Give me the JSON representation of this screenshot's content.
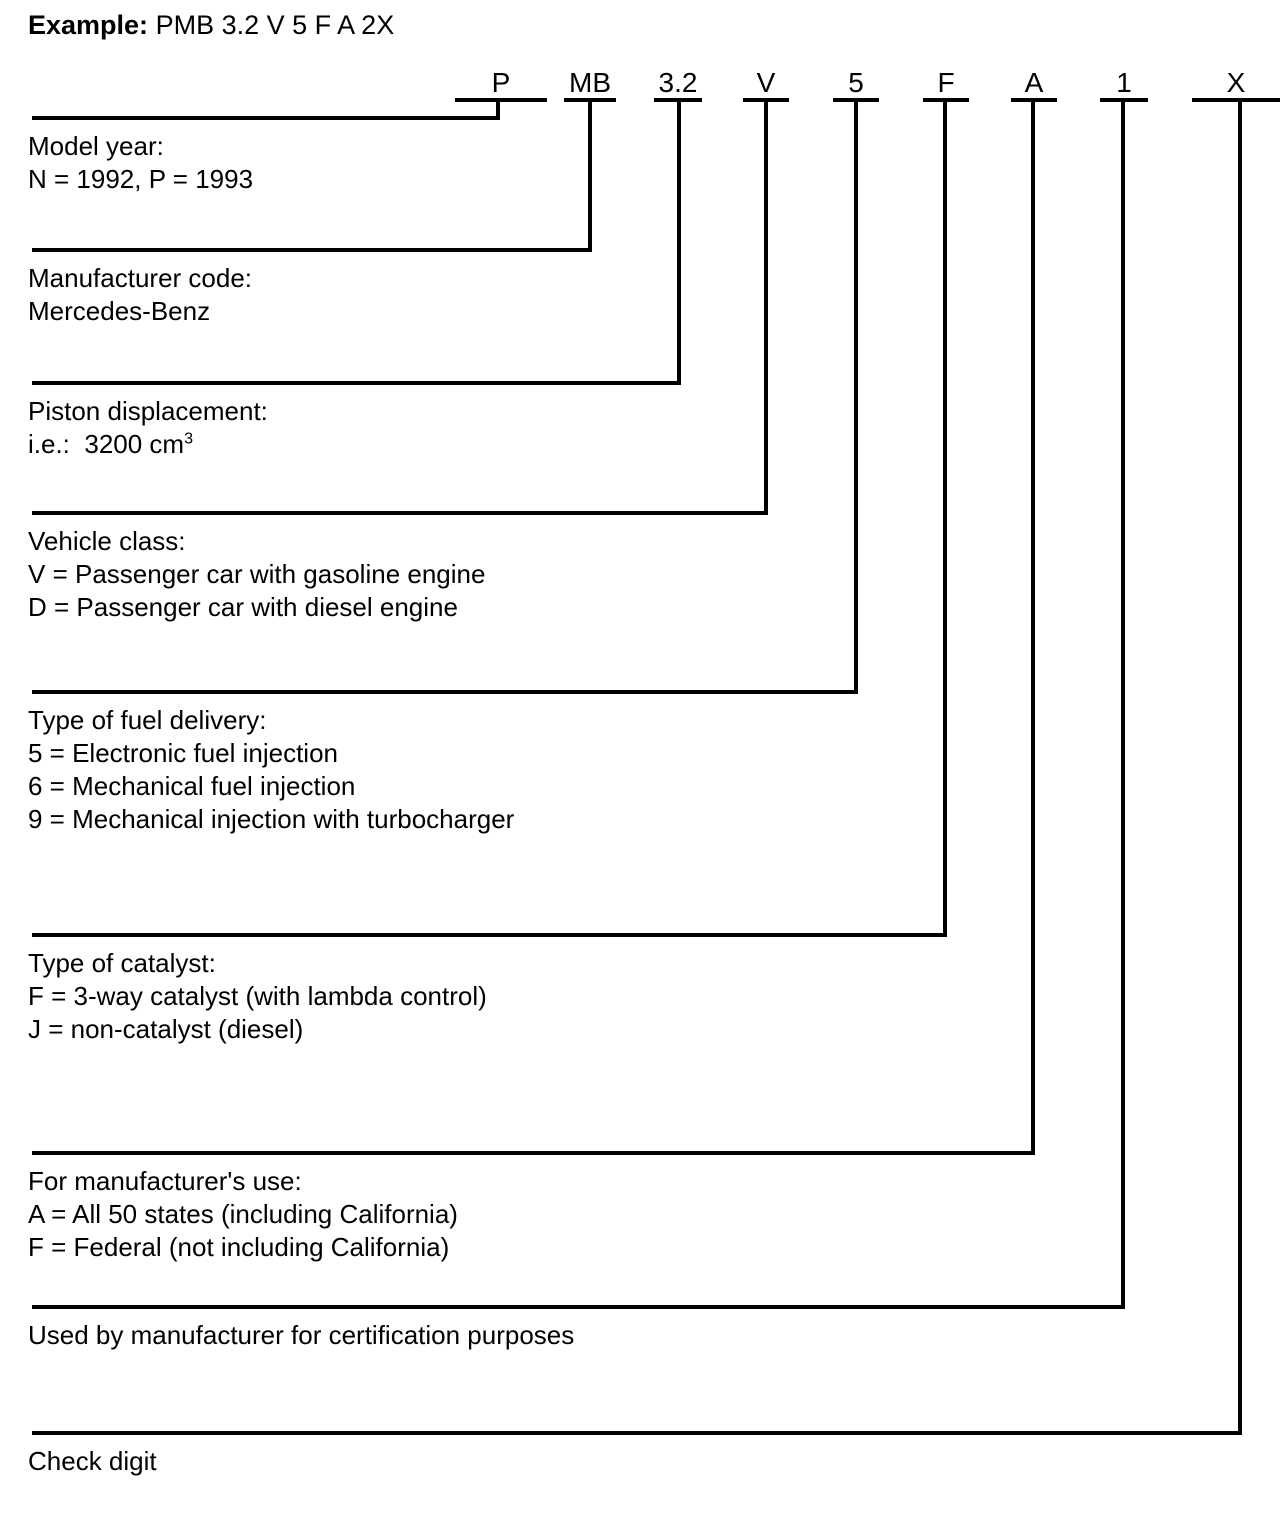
{
  "example": {
    "label": "Example:",
    "value": "PMB 3.2 V 5 F A 2X"
  },
  "code_positions": [
    {
      "char": "P",
      "name": "code-cell-model-year"
    },
    {
      "char": "MB",
      "name": "code-cell-manufacturer"
    },
    {
      "char": "3.2",
      "name": "code-cell-displacement"
    },
    {
      "char": "V",
      "name": "code-cell-vehicle-class"
    },
    {
      "char": "5",
      "name": "code-cell-fuel-delivery"
    },
    {
      "char": "F",
      "name": "code-cell-catalyst"
    },
    {
      "char": "A",
      "name": "code-cell-manufacturer-use"
    },
    {
      "char": "1",
      "name": "code-cell-certification"
    },
    {
      "char": "X",
      "name": "code-cell-check-digit"
    }
  ],
  "sections": [
    {
      "title": "Model year:",
      "items": [
        "N = 1992, P = 1993"
      ]
    },
    {
      "title": "Manufacturer code:",
      "items": [
        "Mercedes-Benz"
      ]
    },
    {
      "title": "Piston displacement:",
      "items": [
        "i.e.:  3200 cm3"
      ],
      "items_html": [
        "i.e.:&nbsp; 3200 cm<sup>3</sup>"
      ]
    },
    {
      "title": "Vehicle class:",
      "items": [
        "V = Passenger car with gasoline engine",
        "D = Passenger car with diesel engine"
      ]
    },
    {
      "title": "Type of fuel delivery:",
      "items": [
        "5 = Electronic fuel injection",
        "6 = Mechanical fuel injection",
        "9 = Mechanical injection with turbocharger"
      ]
    },
    {
      "title": "Type of catalyst:",
      "items": [
        "F = 3-way catalyst (with lambda control)",
        "J = non-catalyst (diesel)"
      ]
    },
    {
      "title": "For manufacturer's use:",
      "items": [
        "A = All 50 states (including California)",
        "F =  Federal (not including California)"
      ]
    },
    {
      "title": "Used by manufacturer for certification purposes",
      "items": []
    },
    {
      "title": "Check digit",
      "items": []
    }
  ],
  "colors": {
    "ink": "#000000",
    "paper": "#ffffff"
  }
}
